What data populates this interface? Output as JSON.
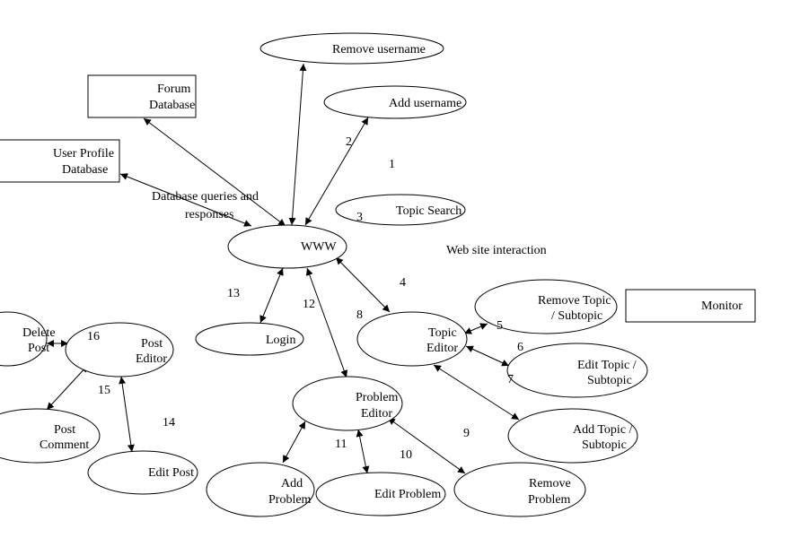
{
  "nodes": {
    "remove_username": "Remove username",
    "add_username": "Add username",
    "topic_search": "Topic Search",
    "www": "WWW",
    "login": "Login",
    "topic_editor": [
      "Topic",
      "Editor"
    ],
    "remove_topic": [
      "Remove Topic",
      "/ Subtopic"
    ],
    "edit_topic": [
      "Edit Topic /",
      "Subtopic"
    ],
    "add_topic": [
      "Add Topic /",
      "Subtopic"
    ],
    "problem_editor": [
      "Problem",
      "Editor"
    ],
    "add_problem": [
      "Add",
      "Problem"
    ],
    "edit_problem": "Edit Problem",
    "remove_problem": [
      "Remove",
      "Problem"
    ],
    "post_editor": [
      "Post",
      "Editor"
    ],
    "delete_post": [
      "Delete",
      "Post"
    ],
    "post_comment": [
      "Post",
      "Comment"
    ],
    "edit_post": "Edit Post"
  },
  "boxes": {
    "forum_database": [
      "Forum",
      "Database"
    ],
    "user_profile_database": [
      "User Profile",
      "Database"
    ],
    "monitor": "Monitor"
  },
  "annotations": {
    "db_queries": [
      "Database queries and",
      "responses"
    ],
    "web_site_interaction": "Web site interaction"
  },
  "edge_numbers": [
    "1",
    "2",
    "3",
    "4",
    "5",
    "6",
    "7",
    "8",
    "9",
    "10",
    "11",
    "12",
    "13",
    "14",
    "15",
    "16"
  ]
}
